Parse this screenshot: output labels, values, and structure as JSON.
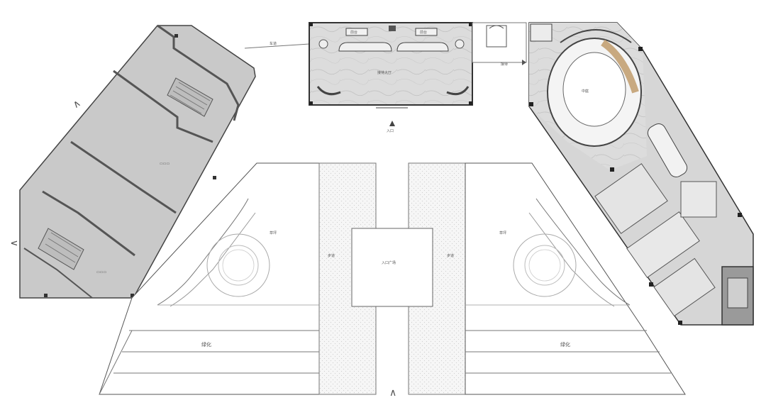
{
  "labels": {
    "west_band": "绿化",
    "east_band": "绿化",
    "north_arrow": "∧",
    "bottom_arrow": "∧",
    "center_court": "入口广场",
    "left_path": "步道",
    "right_path": "步道",
    "left_lawn": "草坪",
    "right_lawn": "草坪",
    "top_left_road": "车道",
    "entrance_mark": "入口",
    "lobby_left": "前台",
    "lobby_right": "前台",
    "lobby_center": "接待大厅",
    "right_oval": "中庭",
    "right_label": "接待"
  },
  "colors": {
    "wall_fill": "#c8c8c8",
    "wall_dark": "#3a3a3a",
    "floor_marble": "#d9d9d9",
    "line": "#6a6a6a",
    "paving": "#f0f0f0"
  }
}
